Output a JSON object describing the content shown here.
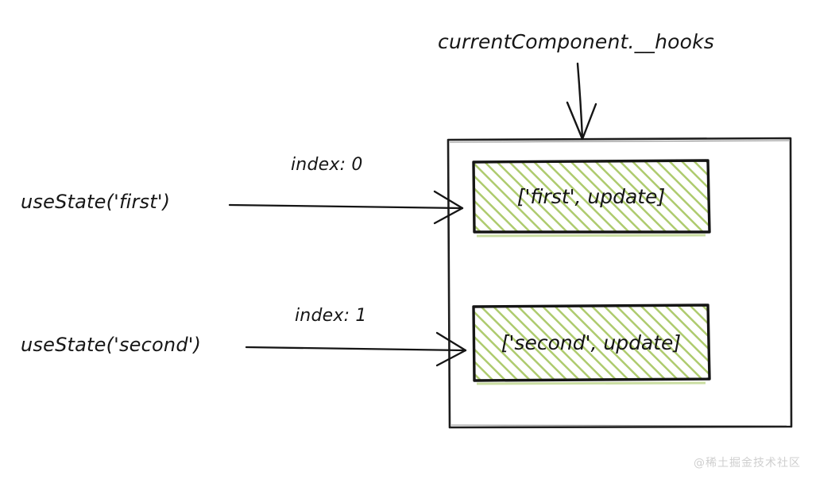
{
  "diagram": {
    "title": "currentComponent.__hooks",
    "container": {
      "name": "hooks-array-container"
    },
    "hook_calls": [
      {
        "call": "useState('first')",
        "index_label": "index: 0",
        "slot_value": "['first', update]"
      },
      {
        "call": "useState('second')",
        "index_label": "index: 1",
        "slot_value": "['second', update]"
      }
    ],
    "colors": {
      "ink": "#161616",
      "hatch_green": "#aecb6e",
      "slot_border": "#1a1a1a",
      "background": "#ffffff",
      "watermark": "#cfcfcf"
    },
    "icons": {
      "title_arrow": "arrow-down-icon",
      "hook_arrow": "arrow-right-icon"
    }
  },
  "watermark": {
    "text": "@稀土掘金技术社区"
  }
}
